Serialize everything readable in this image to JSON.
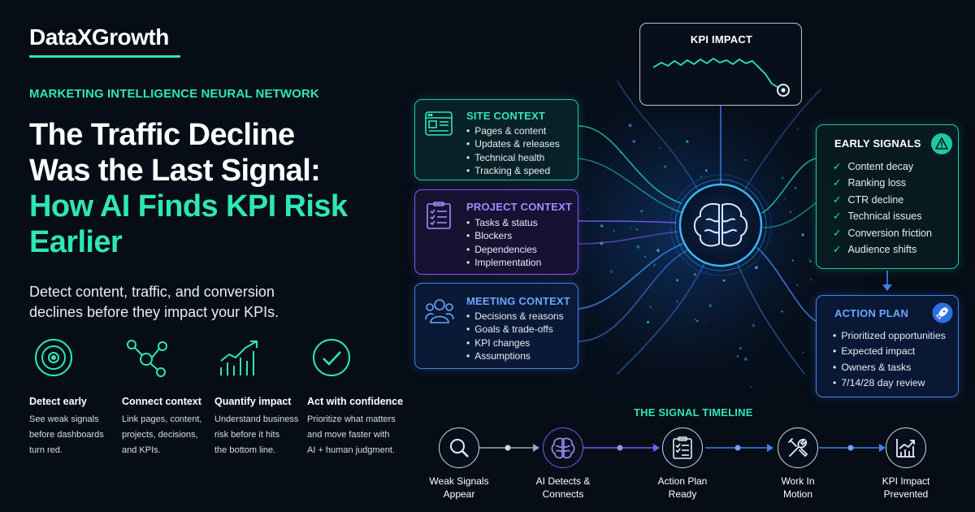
{
  "brand": {
    "name": "DataXGrowth"
  },
  "hero": {
    "eyebrow": "MARKETING INTELLIGENCE NEURAL NETWORK",
    "headline_white_1": "The Traffic Decline",
    "headline_white_2": "Was the Last Signal:",
    "headline_accent_1": "How AI Finds KPI Risk",
    "headline_accent_2": "Earlier",
    "lede_line_1": "Detect content, traffic, and conversion",
    "lede_line_2": "declines before they impact your KPIs."
  },
  "features": [
    {
      "icon": "target-icon",
      "title": "Detect early",
      "desc_1": "See weak signals",
      "desc_2": "before dashboards",
      "desc_3": "turn red."
    },
    {
      "icon": "network-nodes-icon",
      "title": "Connect context",
      "desc_1": "Link pages, content,",
      "desc_2": "projects, decisions,",
      "desc_3": "and KPIs."
    },
    {
      "icon": "growth-chart-icon",
      "title": "Quantify impact",
      "desc_1": "Understand business",
      "desc_2": "risk before it hits",
      "desc_3": "the bottom line."
    },
    {
      "icon": "check-circle-icon",
      "title": "Act with confidence",
      "desc_1": "Prioritize what matters",
      "desc_2": "and move faster with",
      "desc_3": "AI + human judgment."
    }
  ],
  "site_context": {
    "title": "SITE CONTEXT",
    "icon": "browser-window-icon",
    "items": [
      "Pages & content",
      "Updates & releases",
      "Technical health",
      "Tracking & speed"
    ]
  },
  "project_context": {
    "title": "PROJECT CONTEXT",
    "icon": "checklist-icon",
    "items": [
      "Tasks & status",
      "Blockers",
      "Dependencies",
      "Implementation"
    ]
  },
  "meeting_context": {
    "title": "MEETING CONTEXT",
    "icon": "people-icon",
    "items": [
      "Decisions & reasons",
      "Goals & trade-offs",
      "KPI changes",
      "Assumptions"
    ]
  },
  "kpi_impact": {
    "title": "KPI IMPACT",
    "icon": "declining-line-icon"
  },
  "early_signals": {
    "title": "EARLY SIGNALS",
    "icon": "warning-triangle-icon",
    "items": [
      "Content decay",
      "Ranking loss",
      "CTR decline",
      "Technical issues",
      "Conversion friction",
      "Audience shifts"
    ]
  },
  "action_plan": {
    "title": "ACTION PLAN",
    "icon": "rocket-icon",
    "items": [
      "Prioritized opportunities",
      "Expected impact",
      "Owners & tasks",
      "7/14/28 day review"
    ]
  },
  "center": {
    "icon": "brain-icon"
  },
  "timeline": {
    "title": "THE SIGNAL TIMELINE",
    "steps": [
      {
        "icon": "magnifier-icon",
        "line_1": "Weak Signals",
        "line_2": "Appear"
      },
      {
        "icon": "brain-icon",
        "line_1": "AI Detects &",
        "line_2": "Connects"
      },
      {
        "icon": "clipboard-icon",
        "line_1": "Action Plan",
        "line_2": "Ready"
      },
      {
        "icon": "tools-icon",
        "line_1": "Work In",
        "line_2": "Motion"
      },
      {
        "icon": "bar-trend-icon",
        "line_1": "KPI Impact",
        "line_2": "Prevented"
      }
    ]
  },
  "colors": {
    "teal": "#2ee6b6",
    "purple": "#7b5cf0",
    "blue": "#3f82f0",
    "background": "#060d17"
  }
}
